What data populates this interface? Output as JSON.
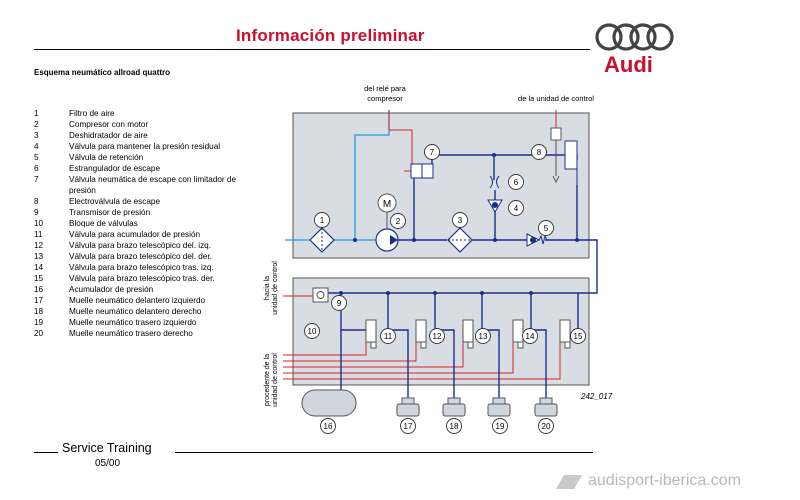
{
  "header": {
    "title": "Información preliminar",
    "subtitle": "Esquema neumático allroad quattro",
    "brand": "Audi"
  },
  "legend": [
    {
      "n": "1",
      "text": "Filtro de aire"
    },
    {
      "n": "2",
      "text": "Compresor con motor"
    },
    {
      "n": "3",
      "text": "Deshidratador de aire"
    },
    {
      "n": "4",
      "text": "Válvula para mantener la presión residual"
    },
    {
      "n": "5",
      "text": "Válvula de retención"
    },
    {
      "n": "6",
      "text": "Estrangulador de escape"
    },
    {
      "n": "7",
      "text": "Válvula neumática de escape con limitador de presión"
    },
    {
      "n": "8",
      "text": "Electroválvula de escape"
    },
    {
      "n": "9",
      "text": "Transmisor de presión"
    },
    {
      "n": "10",
      "text": "Bloque de válvulas"
    },
    {
      "n": "11",
      "text": "Válvula para acumulador de presión"
    },
    {
      "n": "12",
      "text": "Válvula para brazo telescópico del. izq."
    },
    {
      "n": "13",
      "text": "Válvula para brazo telescópico del. der."
    },
    {
      "n": "14",
      "text": "Válvula para brazo telescópico tras. izq."
    },
    {
      "n": "15",
      "text": "Válvula para brazo telescópico tras. der."
    },
    {
      "n": "16",
      "text": "Acumulador de presión"
    },
    {
      "n": "17",
      "text": "Muelle neumático delantero izquierdo"
    },
    {
      "n": "18",
      "text": "Muelle neumático delantero derecho"
    },
    {
      "n": "19",
      "text": "Muelle neumático trasero izquierdo"
    },
    {
      "n": "20",
      "text": "Muelle neumático trasero derecho"
    }
  ],
  "diagram": {
    "label_relay": "del relé para compresor",
    "label_relay_line1": "del relé para",
    "label_relay_line2": "compresor",
    "label_control_unit": "de la unidad de control",
    "side_label_to_cu_1": "hacia la",
    "side_label_to_cu_2": "unidad de control",
    "side_label_from_cu_1": "procedente de la",
    "side_label_from_cu_2": "unidad de control",
    "figure_code": "242_017",
    "motor_symbol": "M",
    "components": [
      "1",
      "2",
      "3",
      "4",
      "5",
      "6",
      "7",
      "8",
      "9",
      "10",
      "11",
      "12",
      "13",
      "14",
      "15",
      "16",
      "17",
      "18",
      "19",
      "20"
    ]
  },
  "colors": {
    "title_red": "#c8102e",
    "line_blue": "#1a2f8c",
    "air_cyan": "#1e9fe0",
    "signal_red": "#d9222a",
    "panel_gray": "#d8dde3"
  },
  "footer": {
    "title": "Service Training",
    "date": "05/00"
  },
  "watermark": "audisport-iberica.com"
}
